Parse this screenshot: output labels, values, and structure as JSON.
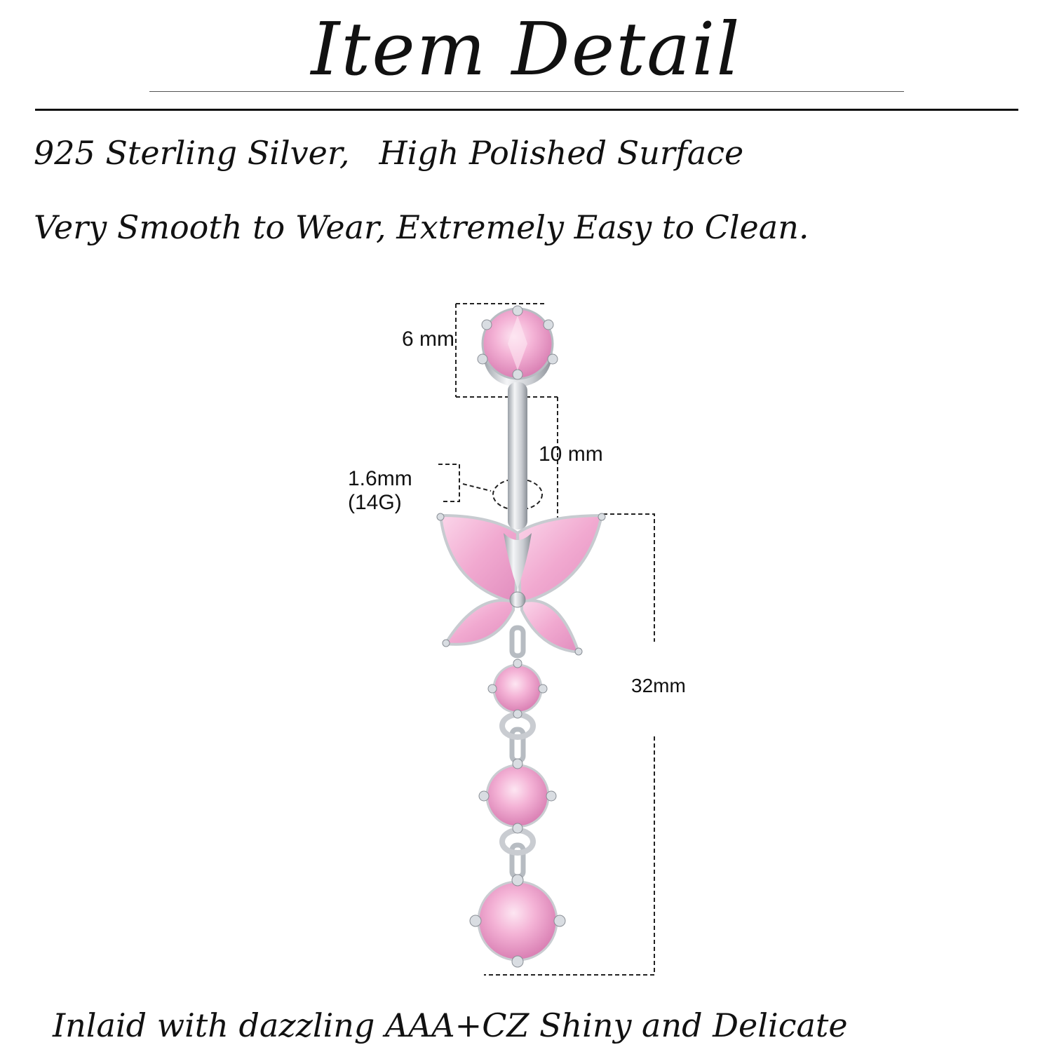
{
  "title": "Item Detail",
  "features": {
    "line1_part1": "925 Sterling Silver,",
    "line1_part2": "High Polished Surface",
    "line2": "Very Smooth to Wear, Extremely Easy to Clean."
  },
  "dimensions": {
    "top_gem": "6 mm",
    "bar_length": "10 mm",
    "gauge_mm": "1.6mm",
    "gauge_g": "(14G)",
    "dangle_length": "32mm"
  },
  "footer": "Inlaid with dazzling AAA+CZ Shiny and Delicate",
  "colors": {
    "gem_pink": "#f4b3d6",
    "gem_pink_dark": "#d97fb3",
    "silver": "#c9ccd1",
    "silver_dark": "#8a8f96",
    "text": "#111111"
  }
}
